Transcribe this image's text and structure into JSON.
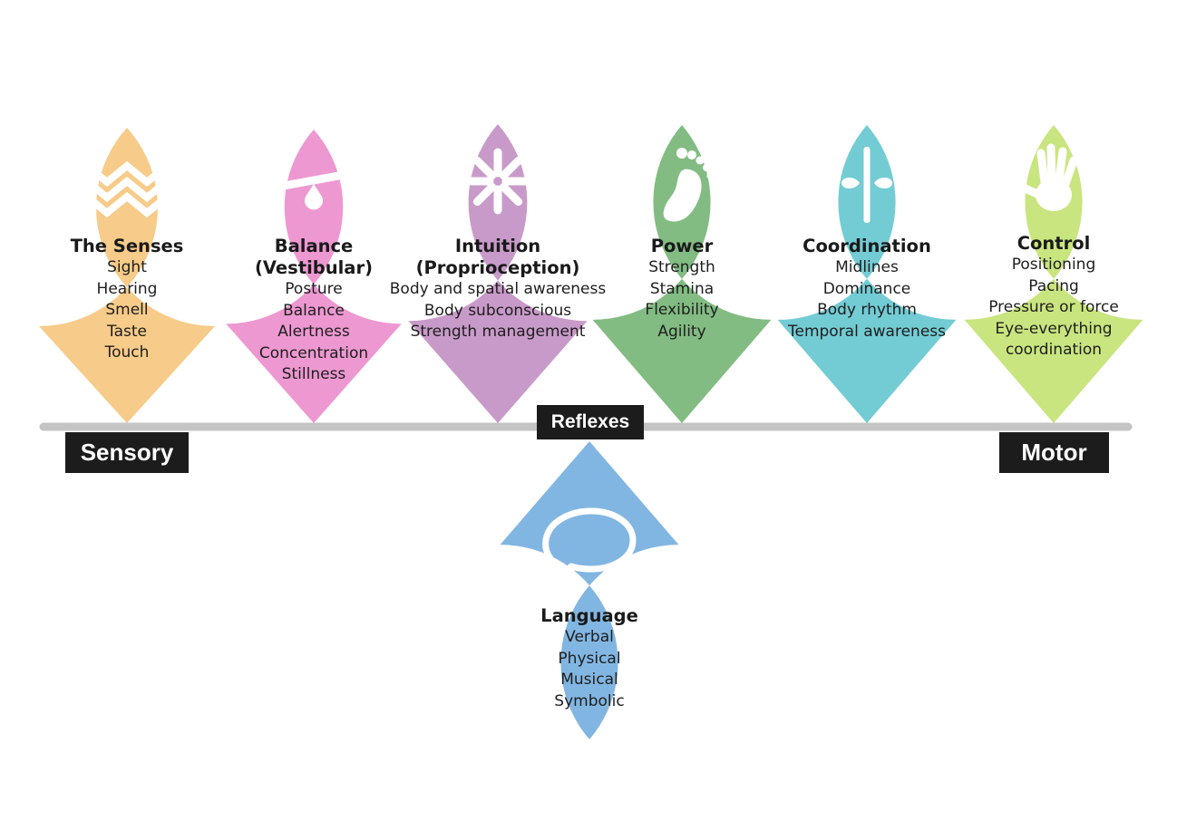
{
  "domains": [
    {
      "key": "senses",
      "color": "#f2a93b",
      "icon": "wave-icon",
      "title_lines": [
        "The Senses"
      ],
      "items": [
        "Sight",
        "Hearing",
        "Smell",
        "Taste",
        "Touch"
      ]
    },
    {
      "key": "balance",
      "color": "#e153b3",
      "icon": "seesaw-icon",
      "title_lines": [
        "Balance",
        "(Vestibular)"
      ],
      "items": [
        "Posture",
        "Balance",
        "Alertness",
        "Concentration",
        "Stillness"
      ]
    },
    {
      "key": "intuition",
      "color": "#a457a5",
      "icon": "asterisk-icon",
      "title_lines": [
        "Intuition",
        "(Proprioception)"
      ],
      "items": [
        "Body and spatial awareness",
        "Body subconscious",
        "Strength management"
      ]
    },
    {
      "key": "power",
      "color": "#2e8f2e",
      "icon": "footprint-icon",
      "title_lines": [
        "Power"
      ],
      "items": [
        "Strength",
        "Stamina",
        "Flexibility",
        "Agility"
      ]
    },
    {
      "key": "coordination",
      "color": "#15aab8",
      "icon": "midline-icon",
      "title_lines": [
        "Coordination"
      ],
      "items": [
        "Midlines",
        "Dominance",
        "Body rhythm",
        "Temporal awareness"
      ]
    },
    {
      "key": "control",
      "color": "#a5d42a",
      "icon": "hand-icon",
      "title_lines": [
        "Control"
      ],
      "items": [
        "Positioning",
        "Pacing",
        "Pressure or force",
        "Eye-everything",
        "coordination"
      ]
    }
  ],
  "language": {
    "key": "language",
    "color": "#2f86cf",
    "icon": "speech-bubble-icon",
    "title_lines": [
      "Language"
    ],
    "items": [
      "Verbal",
      "Physical",
      "Musical",
      "Symbolic"
    ]
  },
  "axis": {
    "left_label": "Sensory",
    "center_label": "Reflexes",
    "right_label": "Motor",
    "line_color": "#c4c4c4"
  }
}
